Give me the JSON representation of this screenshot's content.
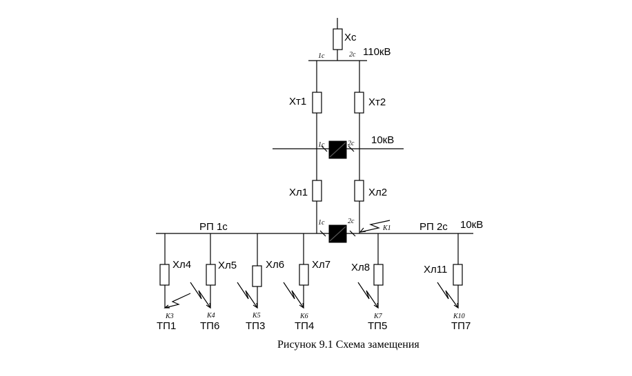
{
  "diagram": {
    "caption": "Рисунок 9.1 Схема замещения",
    "system": {
      "label": "Xc",
      "bus_voltage": "110кВ",
      "sec1": "1с",
      "sec2": "2с"
    },
    "transformers": {
      "t1": "Xт1",
      "t2": "Xт2"
    },
    "bus10": {
      "voltage": "10кВ",
      "sec1": "1с",
      "sec2": "2с"
    },
    "lines_main": {
      "l1": "Xл1",
      "l2": "Xл2"
    },
    "rp": {
      "sec1_label": "РП 1с",
      "sec2_label": "РП 2с",
      "voltage": "10кВ",
      "sec1": "1с",
      "sec2": "2с",
      "fault_k1": "K1"
    },
    "feeders": [
      {
        "line": "Xл4",
        "fault": "K3",
        "tp": "ТП1"
      },
      {
        "line": "Xл5",
        "fault": "K4",
        "tp": "ТП6"
      },
      {
        "line": "Xл6",
        "fault": "K5",
        "tp": "ТП3"
      },
      {
        "line": "Xл7",
        "fault": "K6",
        "tp": "ТП4"
      },
      {
        "line": "Xл8",
        "fault": "K7",
        "tp": "ТП5"
      },
      {
        "line": "Xл11",
        "fault": "K10",
        "tp": "ТП7"
      }
    ]
  }
}
